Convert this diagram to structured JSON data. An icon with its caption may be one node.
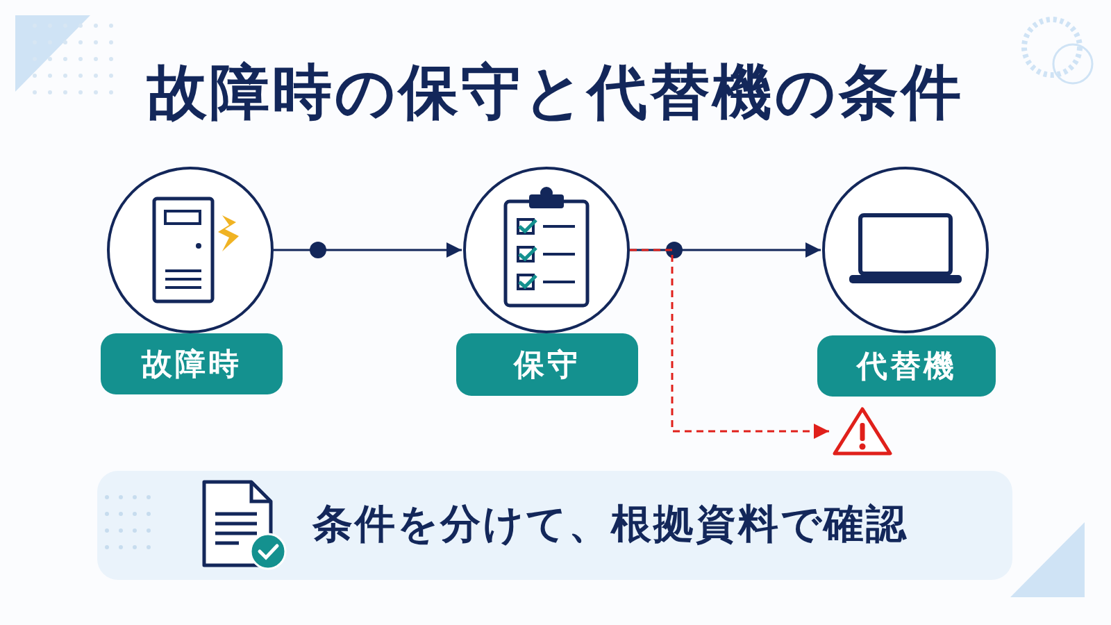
{
  "diagram": {
    "title": "故障時の保守と代替機の条件",
    "nodes": [
      {
        "text": [],
        "shape": "circle"
      },
      {
        "text": [],
        "shape": "circle"
      },
      {
        "text": [],
        "shape": "circle"
      },
      {
        "text": [
          "故障時"
        ]
      },
      {
        "text": [
          "保守"
        ]
      },
      {
        "text": [
          "代替機"
        ]
      },
      {
        "text": [],
        "shape": "triangle"
      },
      {
        "text": [
          "条件を分けて、根拠資料で確認"
        ]
      }
    ],
    "edges": [
      {
        "from": 0,
        "to": 1,
        "arrow": "to"
      },
      {
        "from": 1,
        "to": 2,
        "arrow": "to"
      },
      {
        "from": 1,
        "to": 6,
        "arrow": "to",
        "style": "dashed",
        "color": "#e0201b"
      }
    ]
  }
}
